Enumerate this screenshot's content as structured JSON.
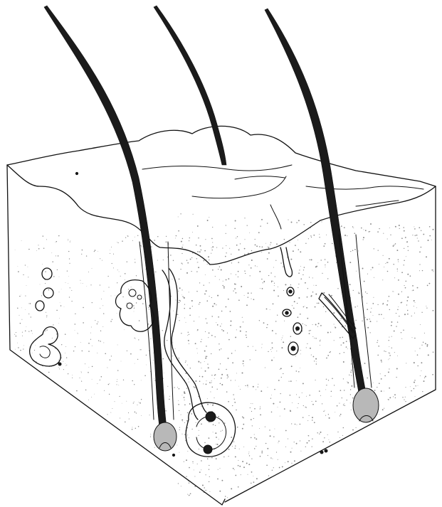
{
  "illustration": {
    "colors": {
      "ink": "#111111",
      "paper": "#ffffff",
      "stipple": "#8a8a8a",
      "bulb": "#b8b8b8"
    },
    "elements": [
      "skin-block",
      "hair-shaft-left",
      "hair-shaft-middle",
      "hair-shaft-right",
      "sebaceous-gland",
      "sweat-gland",
      "arrector-pili-muscle",
      "hair-bulb-left",
      "hair-bulb-right"
    ]
  }
}
